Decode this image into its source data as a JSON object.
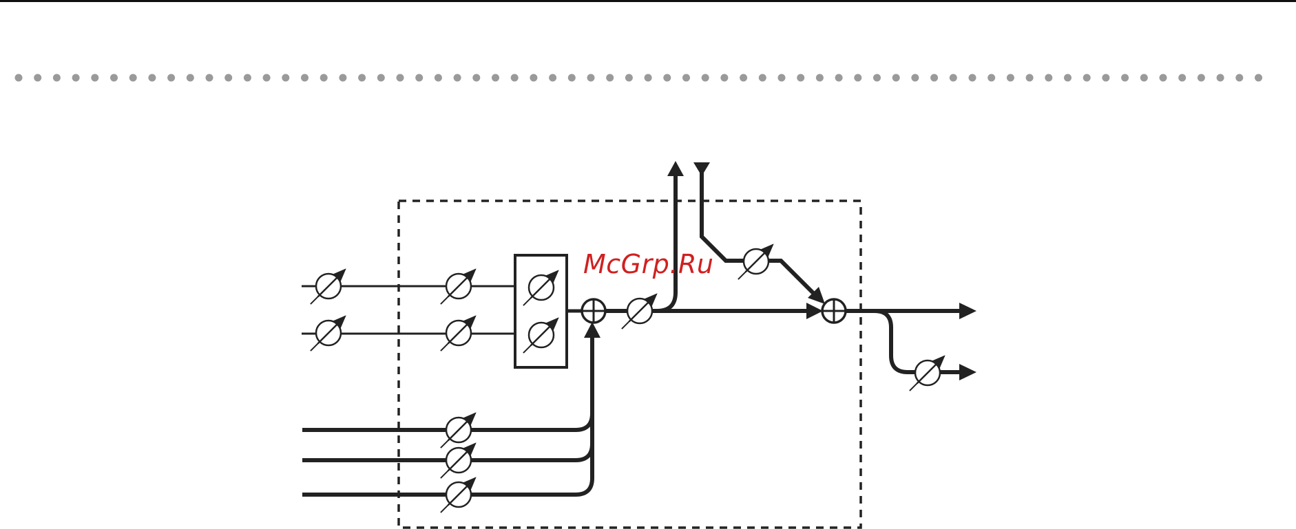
{
  "page": {
    "watermark_text": "McGrp.Ru"
  },
  "colors": {
    "line": "#222222",
    "dots": "#9a9a9a",
    "watermark": "#d02020"
  },
  "diagram": {
    "frame_style": "dashed",
    "level_controls": 11,
    "summing_junctions": 2,
    "processing_block_controls": 2
  }
}
